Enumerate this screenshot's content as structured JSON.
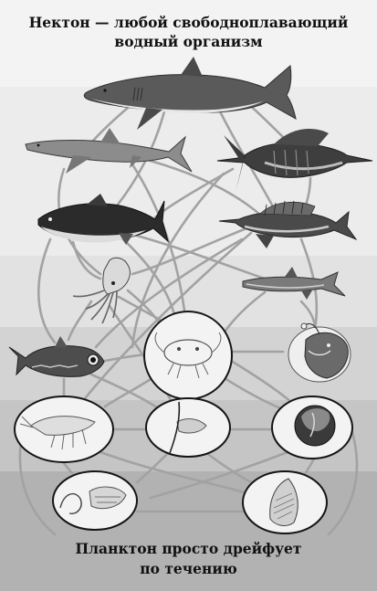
{
  "top_caption": {
    "line1": "Нектон — любой свободноплавающий",
    "line2": "водный организм"
  },
  "bottom_caption": {
    "line1": "Планктон просто дрейфует",
    "line2": "по течению"
  },
  "colors": {
    "band_1": "#f2f2f2",
    "band_2": "#ebebeb",
    "band_3": "#e1e1e1",
    "band_4": "#d2d2d2",
    "band_5": "#c2c2c2",
    "band_6": "#adadad",
    "web_line": "#a4a4a4",
    "animal_dark": "#3a3a3a",
    "animal_mid": "#6d6d6d",
    "animal_light": "#c8c8c8",
    "circle_fill": "#f4f4f4",
    "circle_stroke": "#1a1a1a"
  },
  "organisms": {
    "nekton": [
      "shark",
      "blue-shark",
      "marlin",
      "tuna",
      "sailfish",
      "squid",
      "barracuda",
      "lanternfish",
      "anglerfish"
    ],
    "plankton": [
      "copepod",
      "krill",
      "larva",
      "jellyfish-larva",
      "pteropod",
      "diatom"
    ]
  }
}
